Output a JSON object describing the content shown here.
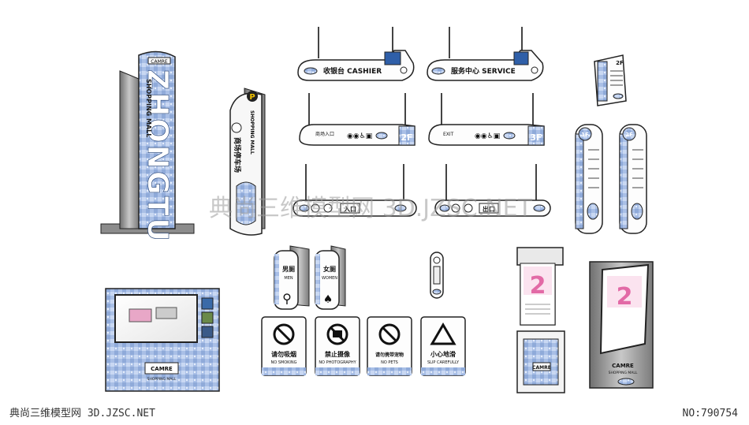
{
  "colors": {
    "tile_blue": "#a9bfe6",
    "tile_light": "#d7e3f7",
    "metal": "#9a9a9a",
    "metal_dark": "#5e5e5e",
    "outline": "#1a1a1a",
    "pink": "#e26aa6",
    "watermark": "#9a9a9a"
  },
  "pylon": {
    "brand": "ZHONGTU",
    "sub": "SHOPPING MALL",
    "plate": "CAMRE"
  },
  "parking_totem": {
    "p_letter": "P",
    "title": "商场停车场",
    "sub": "SHOPPING MALL"
  },
  "hanging_signs": {
    "cashier": "收银台 CASHIER",
    "service": "服务中心 SERVICE",
    "floor2": "2F",
    "floor3": "3F",
    "entry_label": "入口",
    "exit_label": "出口",
    "entry_text": "商场入口",
    "exit_text": "EXIT"
  },
  "floor_totems": {
    "top_label": "2F",
    "left_label": "1F",
    "right_label": "2F"
  },
  "restrooms": {
    "men_cn": "男厕",
    "men_en": "MEN",
    "women_cn": "女厕",
    "women_en": "WOMEN"
  },
  "prohibition": [
    {
      "cn": "请勿吸烟",
      "en": "NO SMOKING"
    },
    {
      "cn": "禁止摄像",
      "en": "NO PHOTOGRAPHY"
    },
    {
      "cn": "请勿携带宠物",
      "en": "NO PETS"
    },
    {
      "cn": "小心地滑",
      "en": "SLIP CAREFULLY"
    }
  ],
  "kiosk": {
    "plate": "CAMRE",
    "sub": "SHOPPING MALL"
  },
  "poster_stands": {
    "stand_plate": "CAMRE",
    "lightbox_plate": "CAMRE",
    "lightbox_sub": "SHOPPING MALL",
    "poster_num": "2"
  },
  "watermark": {
    "center": "典尚三维模型网 3D.JZSC.NET",
    "bottom_left": "典尚三维模型网 3D.JZSC.NET",
    "bottom_right": "NO:790754"
  }
}
